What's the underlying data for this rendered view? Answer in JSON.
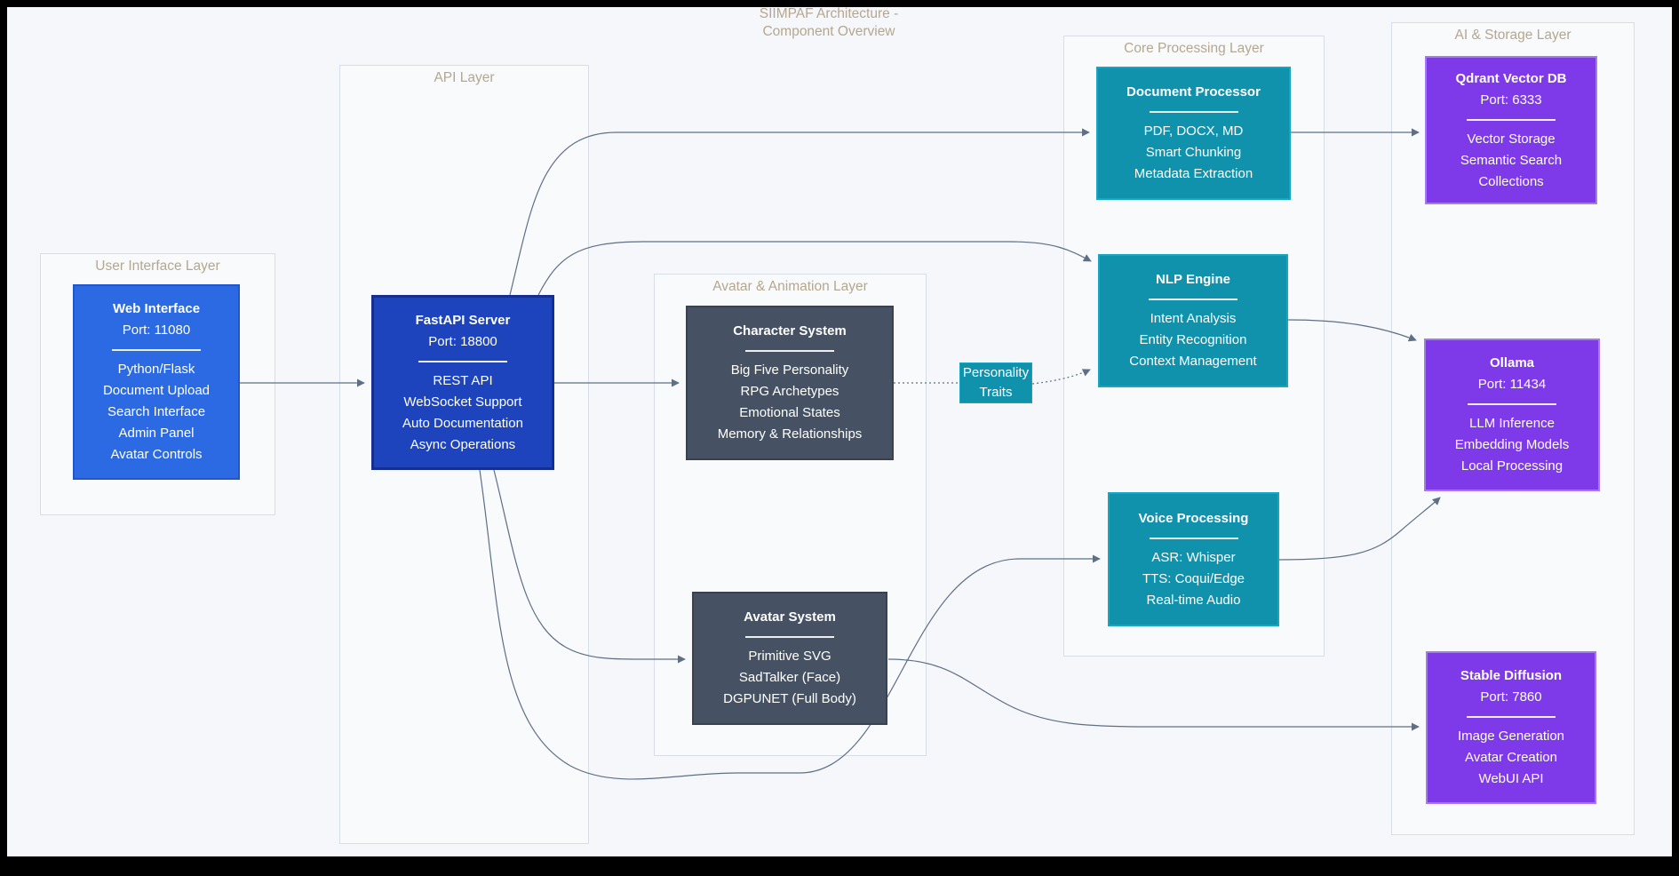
{
  "title": {
    "line1": "SIIMPAF Architecture -",
    "line2": "Component Overview"
  },
  "layers": {
    "ui": {
      "label": "User Interface Layer"
    },
    "api": {
      "label": "API Layer"
    },
    "avatar": {
      "label": "Avatar & Animation Layer"
    },
    "core": {
      "label": "Core Processing Layer"
    },
    "ai": {
      "label": "AI & Storage Layer"
    }
  },
  "nodes": {
    "web_interface": {
      "title": "Web Interface",
      "port": "Port: 11080",
      "lines": [
        "Python/Flask",
        "Document Upload",
        "Search Interface",
        "Admin Panel",
        "Avatar Controls"
      ]
    },
    "fastapi_server": {
      "title": "FastAPI Server",
      "port": "Port: 18800",
      "lines": [
        "REST API",
        "WebSocket Support",
        "Auto Documentation",
        "Async Operations"
      ]
    },
    "character_system": {
      "title": "Character System",
      "lines": [
        "Big Five Personality",
        "RPG Archetypes",
        "Emotional States",
        "Memory & Relationships"
      ]
    },
    "avatar_system": {
      "title": "Avatar System",
      "lines": [
        "Primitive SVG",
        "SadTalker (Face)",
        "DGPUNET (Full Body)"
      ]
    },
    "document_processor": {
      "title": "Document Processor",
      "lines": [
        "PDF, DOCX, MD",
        "Smart Chunking",
        "Metadata Extraction"
      ]
    },
    "nlp_engine": {
      "title": "NLP Engine",
      "lines": [
        "Intent Analysis",
        "Entity Recognition",
        "Context Management"
      ]
    },
    "voice_processing": {
      "title": "Voice Processing",
      "lines": [
        "ASR: Whisper",
        "TTS: Coqui/Edge",
        "Real-time Audio"
      ]
    },
    "personality_traits": {
      "line1": "Personality",
      "line2": "Traits"
    },
    "qdrant": {
      "title": "Qdrant Vector DB",
      "port": "Port: 6333",
      "lines": [
        "Vector Storage",
        "Semantic Search",
        "Collections"
      ]
    },
    "ollama": {
      "title": "Ollama",
      "port": "Port: 11434",
      "lines": [
        "LLM Inference",
        "Embedding Models",
        "Local Processing"
      ]
    },
    "stable_diffusion": {
      "title": "Stable Diffusion",
      "port": "Port: 7860",
      "lines": [
        "Image Generation",
        "Avatar Creation",
        "WebUI API"
      ]
    }
  },
  "edges": [
    {
      "from": "web_interface",
      "to": "fastapi_server",
      "style": "solid"
    },
    {
      "from": "fastapi_server",
      "to": "document_processor",
      "style": "solid"
    },
    {
      "from": "fastapi_server",
      "to": "nlp_engine",
      "style": "solid"
    },
    {
      "from": "fastapi_server",
      "to": "character_system",
      "style": "solid"
    },
    {
      "from": "fastapi_server",
      "to": "avatar_system",
      "style": "solid"
    },
    {
      "from": "fastapi_server",
      "to": "voice_processing",
      "style": "solid"
    },
    {
      "from": "character_system",
      "to": "personality_traits",
      "style": "dotted"
    },
    {
      "from": "personality_traits",
      "to": "nlp_engine",
      "style": "dotted"
    },
    {
      "from": "document_processor",
      "to": "qdrant",
      "style": "solid"
    },
    {
      "from": "nlp_engine",
      "to": "ollama",
      "style": "solid"
    },
    {
      "from": "voice_processing",
      "to": "ollama",
      "style": "solid"
    },
    {
      "from": "avatar_system",
      "to": "stable_diffusion",
      "style": "solid"
    }
  ],
  "colors": {
    "background": "#f5f7fa",
    "frame": "#000000",
    "title_text": "#b5a78e",
    "layer_border": "#d8dee8",
    "edge": "#5f6f86",
    "node_text": "#ffffff",
    "web_interface_fill": "#2b6ae3",
    "fastapi_fill": "#1d44bd",
    "slate_fill": "#465263",
    "teal_fill": "#1092ad",
    "purple_fill": "#7e3ae8"
  }
}
